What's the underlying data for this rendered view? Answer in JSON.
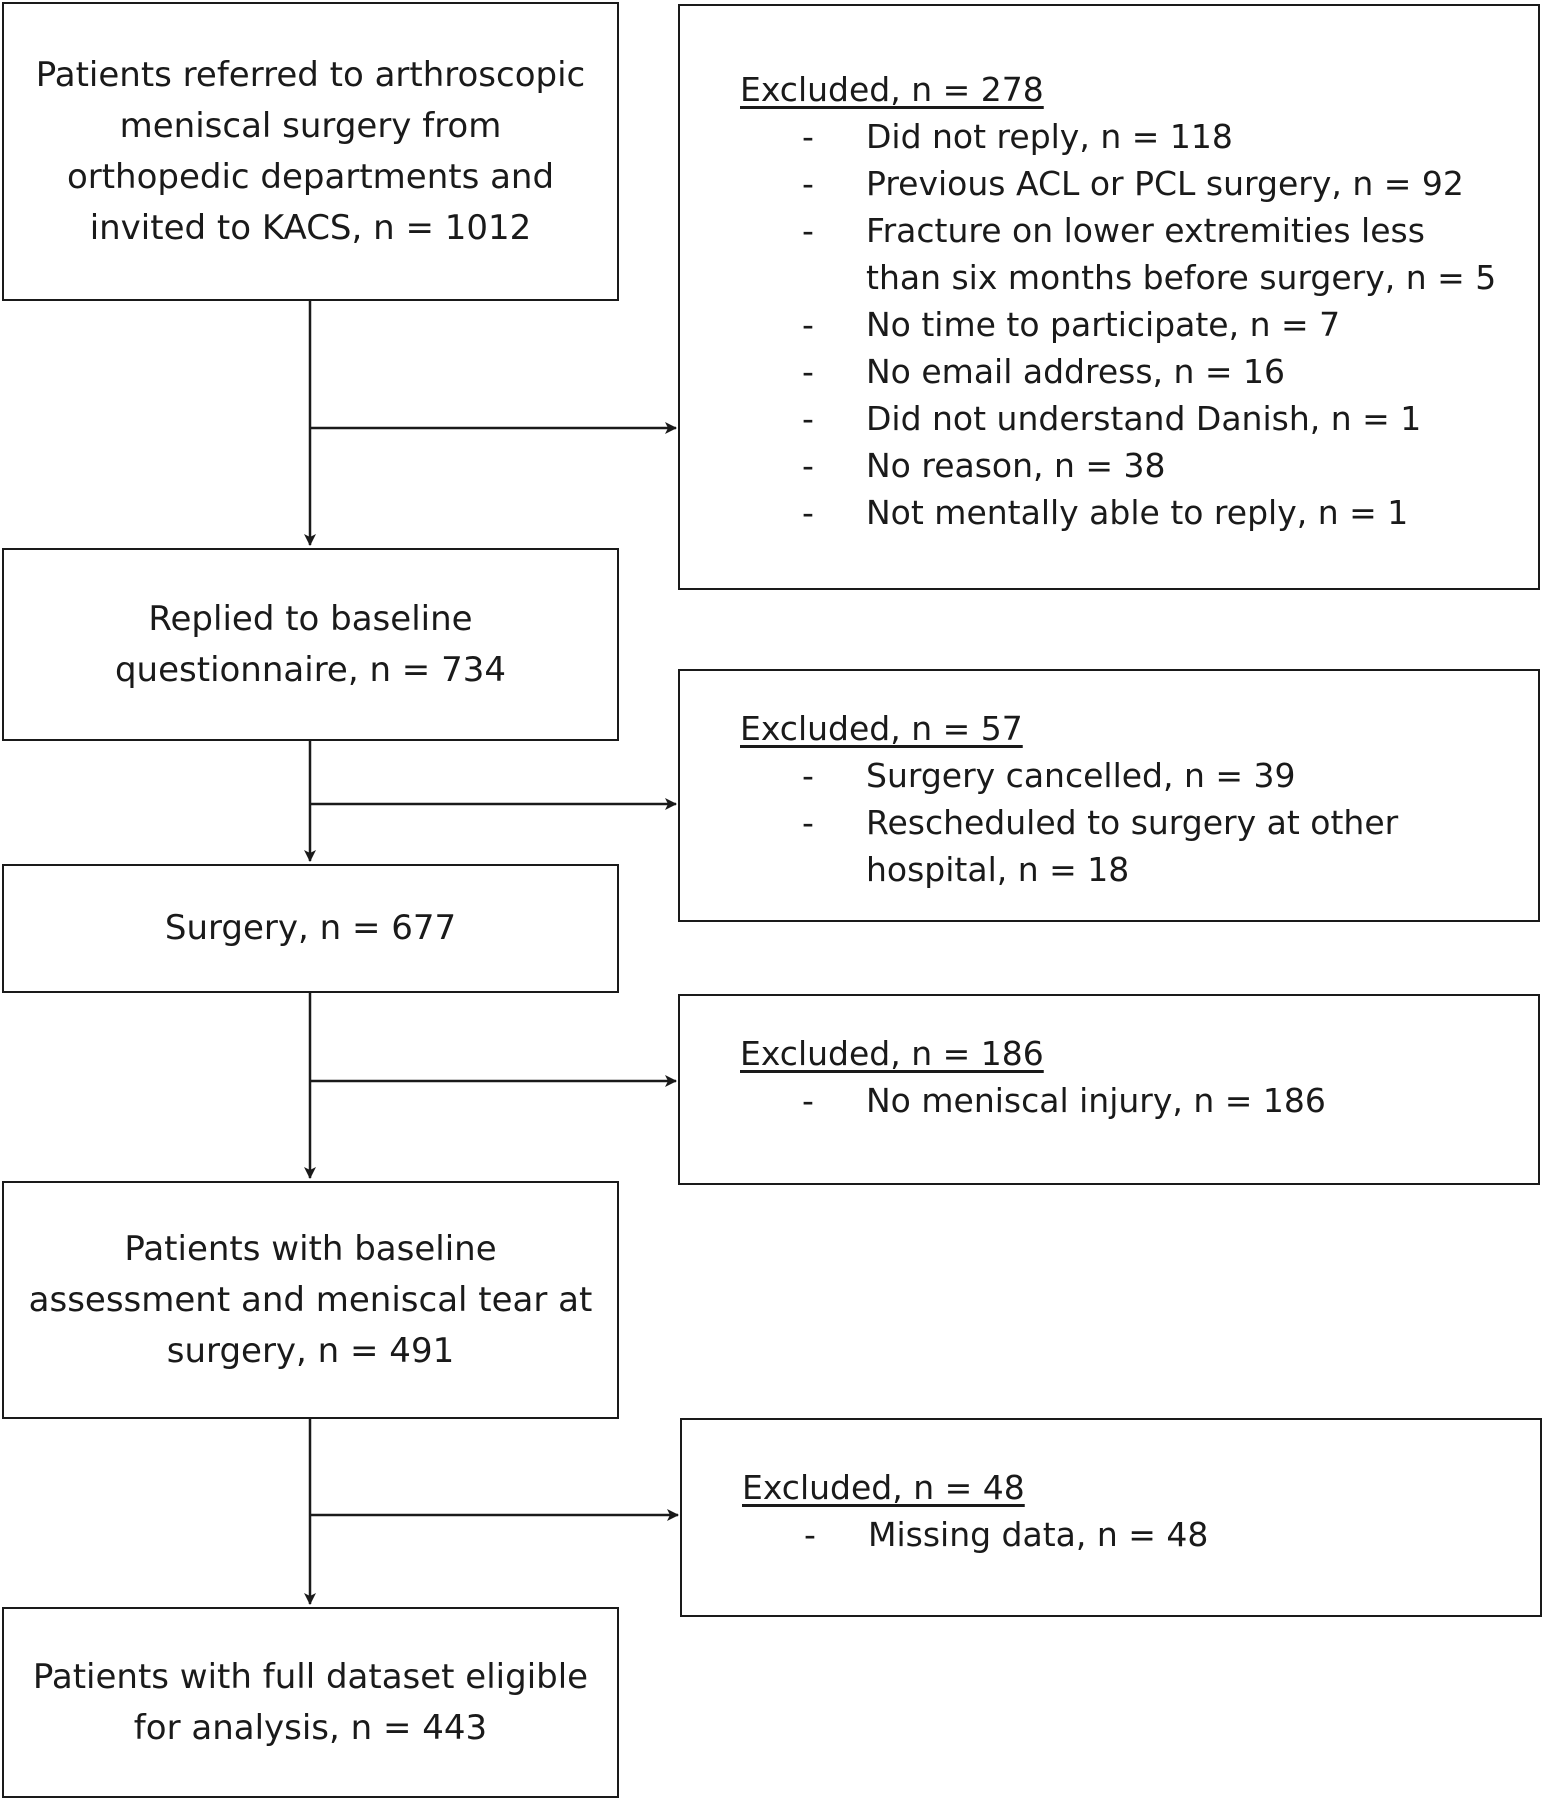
{
  "flow": {
    "main_steps": [
      {
        "text": "Patients referred to arthroscopic meniscal surgery from orthopedic departments and invited to KACS, n = 1012",
        "lines": [
          "Patients referred to arthroscopic",
          "meniscal surgery from",
          "orthopedic departments and",
          "invited to KACS, n = 1012"
        ]
      },
      {
        "text": "Replied to baseline questionnaire, n = 734",
        "lines": [
          "Replied to baseline",
          "questionnaire, n = 734"
        ]
      },
      {
        "text": "Surgery, n = 677",
        "lines": [
          "Surgery, n = 677"
        ]
      },
      {
        "text": "Patients with baseline assessment and meniscal tear at surgery, n = 491",
        "lines": [
          "Patients with baseline",
          "assessment and meniscal tear at",
          "surgery, n = 491"
        ]
      },
      {
        "text": "Patients with full dataset eligible for analysis, n = 443",
        "lines": [
          "Patients with full dataset eligible",
          "for analysis, n = 443"
        ]
      }
    ],
    "exclusions": [
      {
        "header": "Excluded, n = 278",
        "items": [
          {
            "dash": "-",
            "text": "Did not reply, n = 118"
          },
          {
            "dash": "-",
            "text": "Previous ACL or PCL surgery, n = 92"
          },
          {
            "dash": "-",
            "text": "Fracture on lower extremities less than six months before surgery, n = 5"
          },
          {
            "dash": "-",
            "text": "No time to participate, n = 7"
          },
          {
            "dash": "-",
            "text": "No email address, n = 16"
          },
          {
            "dash": "-",
            "text": "Did not understand Danish, n = 1"
          },
          {
            "dash": "-",
            "text": "No reason, n = 38"
          },
          {
            "dash": "-",
            "text": "Not mentally able to reply, n = 1"
          }
        ]
      },
      {
        "header": "Excluded, n = 57",
        "items": [
          {
            "dash": "-",
            "text": "Surgery cancelled, n = 39"
          },
          {
            "dash": "-",
            "text": "Rescheduled to surgery at other hospital, n = 18"
          }
        ]
      },
      {
        "header": "Excluded, n = 186",
        "items": [
          {
            "dash": "-",
            "text": "No meniscal injury, n = 186"
          }
        ]
      },
      {
        "header": "Excluded, n = 48",
        "items": [
          {
            "dash": "-",
            "text": "Missing data, n = 48"
          }
        ]
      }
    ]
  }
}
